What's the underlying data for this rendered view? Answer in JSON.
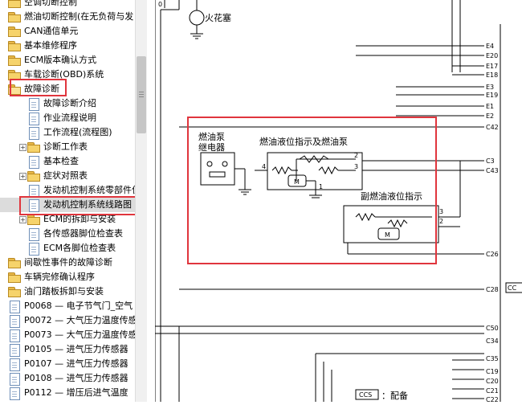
{
  "tree": {
    "items": [
      {
        "label": "空调切断控制",
        "icon": "folder-icon",
        "indent": 0,
        "selected": false
      },
      {
        "label": "燃油切断控制(在无负荷与发",
        "icon": "folder-icon",
        "indent": 0,
        "selected": false
      },
      {
        "label": "CAN通信单元",
        "icon": "folder-icon",
        "indent": 0,
        "selected": false
      },
      {
        "label": "基本维修程序",
        "icon": "folder-icon",
        "indent": 0,
        "selected": false
      },
      {
        "label": "ECM版本确认方式",
        "icon": "folder-icon",
        "indent": 0,
        "selected": false
      },
      {
        "label": "车载诊断(OBD)系统",
        "icon": "folder-icon",
        "indent": 0,
        "selected": false
      },
      {
        "label": "故障诊断",
        "icon": "folder-open-icon",
        "indent": 0,
        "selected": false
      },
      {
        "label": "故障诊断介绍",
        "icon": "page-icon",
        "indent": 1,
        "selected": false
      },
      {
        "label": "作业流程说明",
        "icon": "page-icon",
        "indent": 1,
        "selected": false
      },
      {
        "label": "工作流程(流程图)",
        "icon": "page-icon",
        "indent": 1,
        "selected": false
      },
      {
        "label": "诊断工作表",
        "icon": "folder-icon",
        "indent": 1,
        "selected": false
      },
      {
        "label": "基本检查",
        "icon": "page-icon",
        "indent": 1,
        "selected": false
      },
      {
        "label": "症状对照表",
        "icon": "folder-icon",
        "indent": 1,
        "selected": false
      },
      {
        "label": "发动机控制系统零部件位",
        "icon": "page-icon",
        "indent": 1,
        "selected": false
      },
      {
        "label": "发动机控制系统线路图",
        "icon": "page-icon",
        "indent": 1,
        "selected": true
      },
      {
        "label": "ECM的拆卸与安装",
        "icon": "folder-icon",
        "indent": 1,
        "selected": false
      },
      {
        "label": "各传感器脚位检查表",
        "icon": "page-icon",
        "indent": 1,
        "selected": false
      },
      {
        "label": "ECM各脚位检查表",
        "icon": "page-icon",
        "indent": 1,
        "selected": false
      },
      {
        "label": "间歇性事件的故障诊断",
        "icon": "folder-icon",
        "indent": 0,
        "selected": false
      },
      {
        "label": "车辆完修确认程序",
        "icon": "folder-icon",
        "indent": 0,
        "selected": false
      },
      {
        "label": "油门踏板拆卸与安装",
        "icon": "folder-icon",
        "indent": 0,
        "selected": false
      },
      {
        "label": "P0068 — 电子节气门_空气",
        "icon": "page-icon",
        "indent": 0,
        "selected": false
      },
      {
        "label": "P0072 — 大气压力温度传感",
        "icon": "page-icon",
        "indent": 0,
        "selected": false
      },
      {
        "label": "P0073 — 大气压力温度传感",
        "icon": "page-icon",
        "indent": 0,
        "selected": false
      },
      {
        "label": "P0105 — 进气压力传感器",
        "icon": "page-icon",
        "indent": 0,
        "selected": false
      },
      {
        "label": "P0107 — 进气压力传感器",
        "icon": "page-icon",
        "indent": 0,
        "selected": false
      },
      {
        "label": "P0108 — 进气压力传感器",
        "icon": "page-icon",
        "indent": 0,
        "selected": false
      },
      {
        "label": "P0112 — 增压后进气温度",
        "icon": "page-icon",
        "indent": 0,
        "selected": false
      }
    ]
  },
  "diagram": {
    "spark_plug_label": "火花塞",
    "top_pin_label": "0",
    "fuel_pump_relay_label_1": "燃油泵",
    "fuel_pump_relay_label_2": "继电器",
    "fuel_level_main_label": "燃油液位指示及燃油泵",
    "fuel_level_sub_label": "副燃油液位指示",
    "motor_symbol": "M",
    "main_pins": {
      "p2": "2",
      "p3": "3",
      "p4": "4",
      "p1": "1"
    },
    "sub_pins": {
      "p3": "3",
      "p2": "2"
    },
    "ecm_pins": [
      "E4",
      "E20",
      "E17",
      "E18",
      "E3",
      "E19",
      "E1",
      "E2",
      "C42",
      "C3",
      "C43",
      "C26",
      "C28",
      "C50",
      "C34",
      "C35",
      "C19",
      "C20",
      "C21",
      "C22"
    ],
    "c28_side_label": "CC",
    "ccs_box_label": "CCS",
    "ccs_text": "：配备"
  },
  "colors": {
    "highlight": "#e0353d",
    "line": "#000000"
  }
}
